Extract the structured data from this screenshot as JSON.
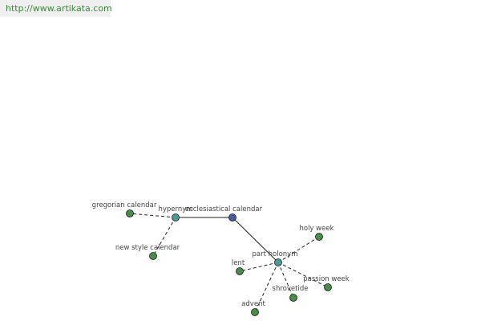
{
  "source_url": "http://www.artikata.com",
  "diagram": {
    "nodes": [
      {
        "id": "ecclesiastical_calendar",
        "label": "ecclesiastical calendar",
        "role": "root",
        "color": "#4a5a9a"
      },
      {
        "id": "hypernym",
        "label": "hypernym",
        "role": "relation",
        "color": "#4a9a9a"
      },
      {
        "id": "part_holonym",
        "label": "part holonym",
        "role": "relation",
        "color": "#4a9a9a"
      },
      {
        "id": "gregorian_calendar",
        "label": "gregorian calendar",
        "role": "term",
        "color": "#4a8a4a"
      },
      {
        "id": "new_style_calendar",
        "label": "new style calendar",
        "role": "term",
        "color": "#4a8a4a"
      },
      {
        "id": "holy_week",
        "label": "holy week",
        "role": "term",
        "color": "#4a8a4a"
      },
      {
        "id": "lent",
        "label": "lent",
        "role": "term",
        "color": "#4a8a4a"
      },
      {
        "id": "passion_week",
        "label": "passion week",
        "role": "term",
        "color": "#4a8a4a"
      },
      {
        "id": "shrovetide",
        "label": "shrovetide",
        "role": "term",
        "color": "#4a8a4a"
      },
      {
        "id": "advent",
        "label": "advent",
        "role": "term",
        "color": "#4a8a4a"
      }
    ],
    "edges": [
      {
        "from": "ecclesiastical_calendar",
        "to": "hypernym",
        "style": "solid"
      },
      {
        "from": "ecclesiastical_calendar",
        "to": "part_holonym",
        "style": "solid"
      },
      {
        "from": "hypernym",
        "to": "gregorian_calendar",
        "style": "dashed"
      },
      {
        "from": "hypernym",
        "to": "new_style_calendar",
        "style": "dashed"
      },
      {
        "from": "part_holonym",
        "to": "holy_week",
        "style": "dashed"
      },
      {
        "from": "part_holonym",
        "to": "lent",
        "style": "dashed"
      },
      {
        "from": "part_holonym",
        "to": "passion_week",
        "style": "dashed"
      },
      {
        "from": "part_holonym",
        "to": "shrovetide",
        "style": "dashed"
      },
      {
        "from": "part_holonym",
        "to": "advent",
        "style": "dashed"
      }
    ]
  }
}
